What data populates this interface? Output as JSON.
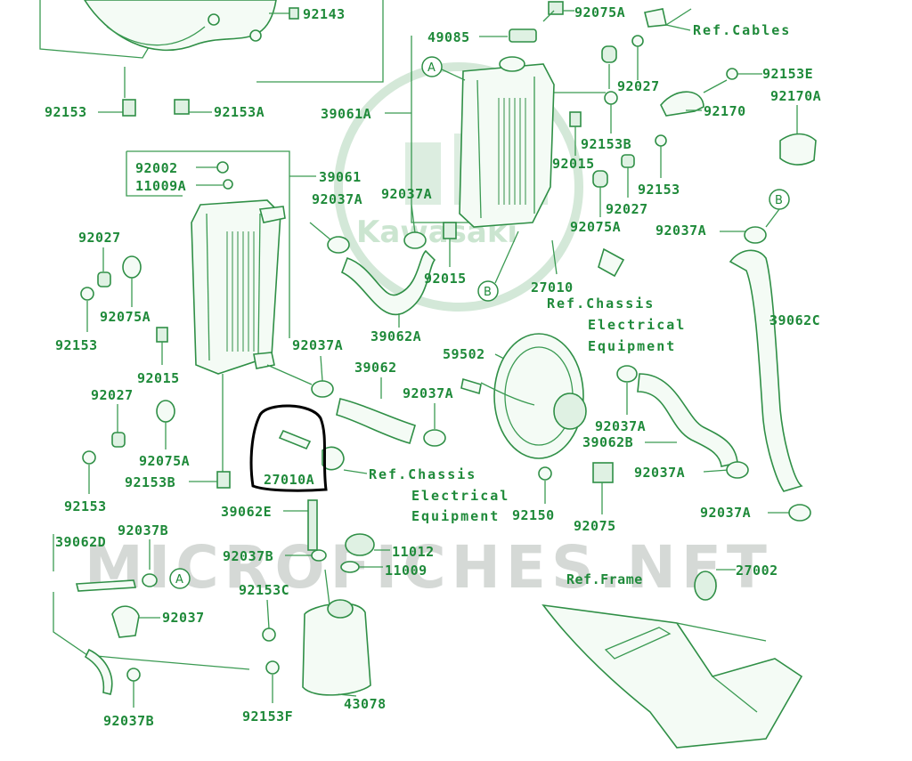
{
  "watermark": {
    "site_text": "MICROFICHES.NET",
    "logo_text": "Kawasaki"
  },
  "colors": {
    "line": "#3a9a52",
    "text": "#1f8a3a",
    "circle_marker": "#000000"
  },
  "labels": {
    "p92143": "92143",
    "p92075A_top": "92075A",
    "p49085": "49085",
    "refCables": "Ref.Cables",
    "p92153E": "92153E",
    "p92170A": "92170A",
    "p92027_top": "92027",
    "p92170": "92170",
    "p92153_topleft": "92153",
    "p92153A": "92153A",
    "p39061A": "39061A",
    "p92153B_top": "92153B",
    "p92015_top": "92015",
    "p92002": "92002",
    "p11009A": "11009A",
    "p39061": "39061",
    "p92037A_1": "92037A",
    "p92037A_2": "92037A",
    "p92153_right": "92153",
    "p92027_right": "92027",
    "p92075A_mid": "92075A",
    "p92037A_3": "92037A",
    "p92027_left": "92027",
    "p92015_mid": "92015",
    "p27010": "27010",
    "refChassis1_a": "Ref.Chassis",
    "refChassis1_b": "Electrical",
    "refChassis1_c": "Equipment",
    "p92075A_left": "92075A",
    "p92153_left": "92153",
    "p39062A": "39062A",
    "p39062C": "39062C",
    "p92037A_4": "92037A",
    "p59502": "59502",
    "p92015_low": "92015",
    "p39062": "39062",
    "p92027_low": "92027",
    "p92037A_5": "92037A",
    "p92037A_6": "92037A",
    "p39062B": "39062B",
    "p92075A_low": "92075A",
    "p27010A": "27010A",
    "refChassis2_a": "Ref.Chassis",
    "refChassis2_b": "Electrical",
    "refChassis2_c": "Equipment",
    "p92150": "92150",
    "p92037A_7": "92037A",
    "p92153B_low": "92153B",
    "p92153_low": "92153",
    "p39062E": "39062E",
    "p92075": "92075",
    "p92037A_8": "92037A",
    "p39062D": "39062D",
    "p92037B_top": "92037B",
    "p92037B_mid": "92037B",
    "p11012": "11012",
    "p11009": "11009",
    "p27002": "27002",
    "refFrame": "Ref.Frame",
    "p92153C": "92153C",
    "p92037": "92037",
    "p43078": "43078",
    "p92153F": "92153F",
    "p92037B_bot": "92037B"
  },
  "markers": {
    "A": "A",
    "B": "B"
  }
}
